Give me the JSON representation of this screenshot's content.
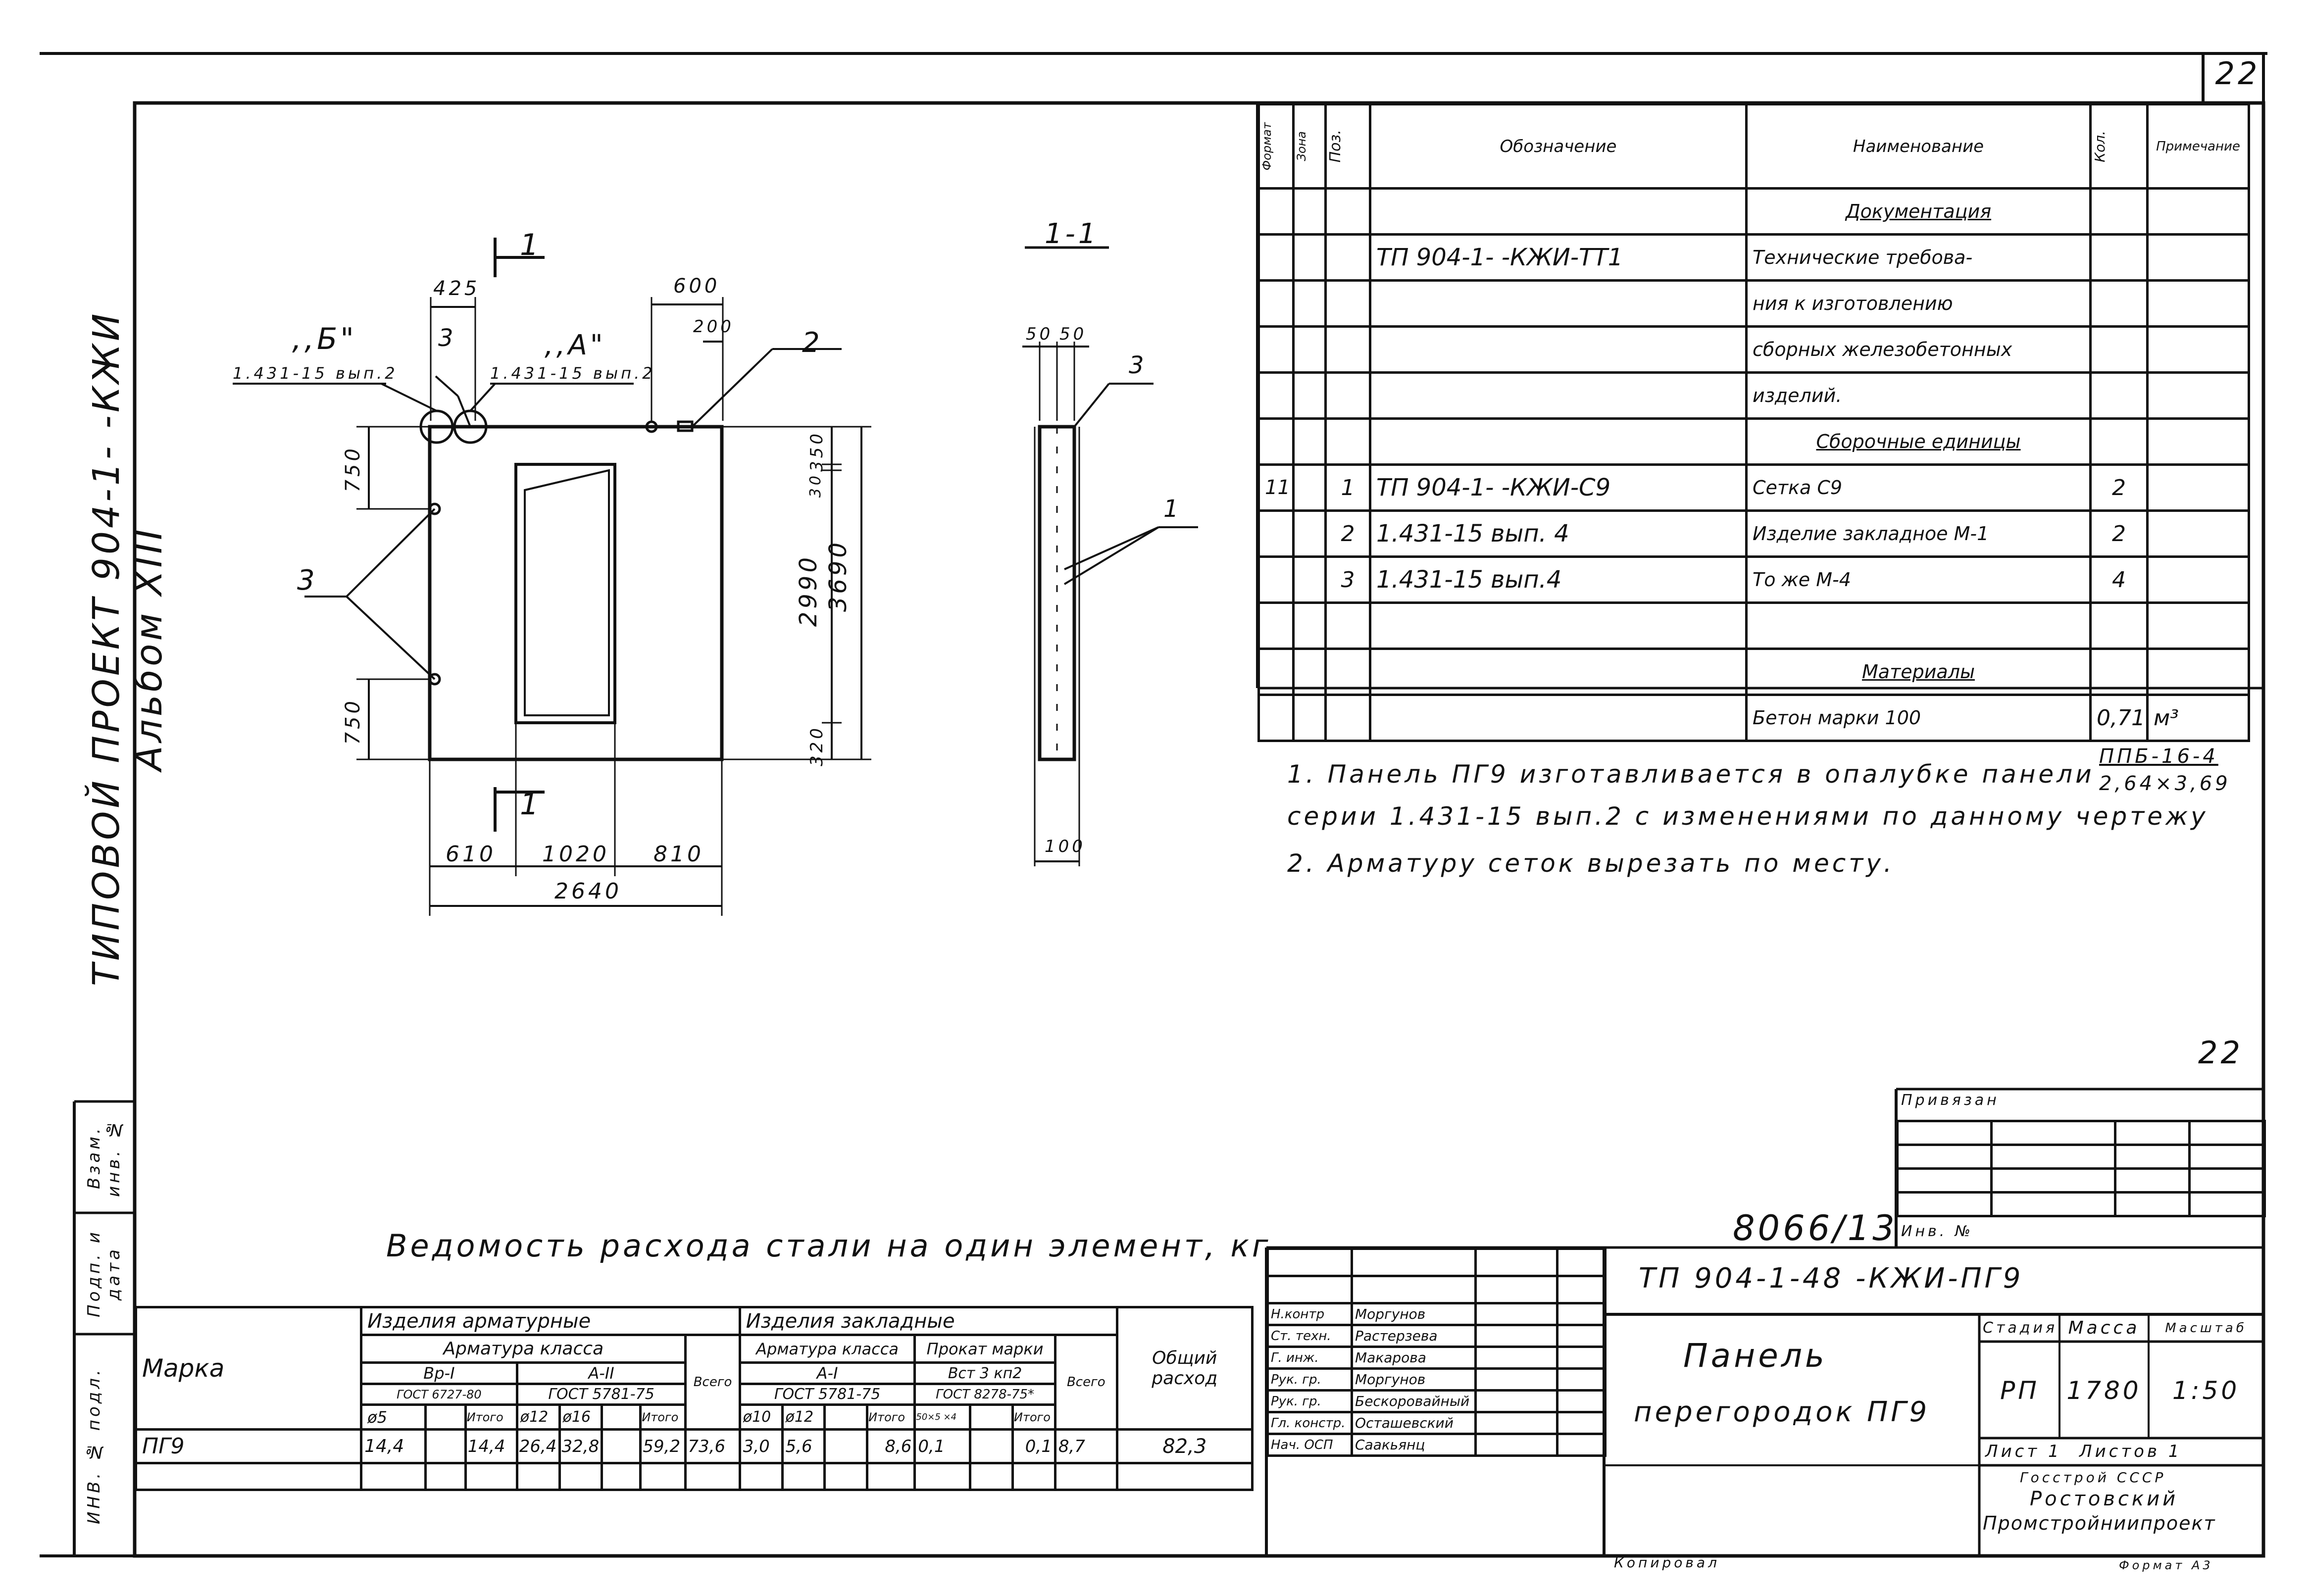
{
  "sheet": {
    "number_top": "22",
    "number_mid": "22",
    "ref_number": "8066/13"
  },
  "side_title": "ТИПОВОЙ ПРОЕКТ 904-1- -КЖИ Альбом XIII",
  "side_stamp": [
    "ИНВ. № подл.",
    "Подп. и дата",
    "Взам. инв. №"
  ],
  "drawing": {
    "section_label": "1-1",
    "cut_label": "1",
    "callouts": {
      "b": ",,Б\"",
      "b_ref": "1.431-15 вып.2",
      "a": ",,А\"",
      "a_ref": "1.431-15 вып.2",
      "pos3": "3",
      "pos2": "2",
      "pos1": "1"
    },
    "dims": {
      "d425": "425",
      "d600": "600",
      "d200": "200",
      "d350": "350",
      "d30": "30",
      "d2990": "2990",
      "d3690": "3690",
      "d320": "320",
      "d750a": "750",
      "d750b": "750",
      "d610": "610",
      "d1020": "1020",
      "d810": "810",
      "d2640": "2640",
      "d50a": "50",
      "d50b": "50",
      "d100": "100"
    }
  },
  "spec": {
    "headers": {
      "format": "Формат",
      "zone": "Зона",
      "pos": "Поз.",
      "designation": "Обозначение",
      "name": "Наименование",
      "qty": "Кол.",
      "note": "Примечание"
    },
    "rows": [
      {
        "format": "",
        "pos": "",
        "designation": "",
        "name": "Документация",
        "qty": "",
        "note": ""
      },
      {
        "format": "",
        "pos": "",
        "designation": "ТП 904-1- -КЖИ-ТТ1",
        "name": "Технические требова-",
        "qty": "",
        "note": ""
      },
      {
        "format": "",
        "pos": "",
        "designation": "",
        "name": "ния к изготовлению",
        "qty": "",
        "note": ""
      },
      {
        "format": "",
        "pos": "",
        "designation": "",
        "name": "сборных железобетонных",
        "qty": "",
        "note": ""
      },
      {
        "format": "",
        "pos": "",
        "designation": "",
        "name": "изделий.",
        "qty": "",
        "note": ""
      },
      {
        "format": "",
        "pos": "",
        "designation": "",
        "name": "Сборочные единицы",
        "qty": "",
        "note": ""
      },
      {
        "format": "11",
        "pos": "1",
        "designation": "ТП 904-1- -КЖИ-С9",
        "name": "Сетка С9",
        "qty": "2",
        "note": ""
      },
      {
        "format": "",
        "pos": "2",
        "designation": "1.431-15 вып. 4",
        "name": "Изделие закладное М-1",
        "qty": "2",
        "note": ""
      },
      {
        "format": "",
        "pos": "3",
        "designation": "1.431-15 вып.4",
        "name": "То же М-4",
        "qty": "4",
        "note": ""
      },
      {
        "format": "",
        "pos": "",
        "designation": "",
        "name": "",
        "qty": "",
        "note": ""
      },
      {
        "format": "",
        "pos": "",
        "designation": "",
        "name": "Материалы",
        "qty": "",
        "note": ""
      },
      {
        "format": "",
        "pos": "",
        "designation": "",
        "name": "Бетон марки 100",
        "qty": "0,71",
        "note": "м³"
      }
    ]
  },
  "notes": {
    "n1_a": "1. Панель ПГ9 изготавливается в опалубке панели",
    "n1_frac_top": "ППБ-16-4",
    "n1_frac_bottom": "2,64×3,69",
    "n1_b": "серии 1.431-15 вып.2 с изменениями по данному чертежу",
    "n2": "2. Арматуру сеток вырезать по месту."
  },
  "steel": {
    "title": "Ведомость расхода стали на один элемент, кг",
    "h_marka": "Марка",
    "h_arm_items": "Изделия арматурные",
    "h_emb_items": "Изделия закладные",
    "h_total_cons": "Общий расход",
    "h_arm_class": "Арматура класса",
    "h_bp1": "Вр-I",
    "h_a2": "А-II",
    "h_gost_bp": "ГОСТ 6727-80",
    "h_gost_a2": "ГОСТ 5781-75",
    "h_all1": "Всего",
    "h_arm_class2": "Арматура класса",
    "h_a1": "А-I",
    "h_gost_a1": "ГОСТ 5781-75",
    "h_rolled": "Прокат марки",
    "h_st3": "Вст 3 кп2",
    "h_gost_st": "ГОСТ 8278-75*",
    "h_all2": "Всего",
    "h_d5": "ø5",
    "h_itogo1": "Итого",
    "h_d12": "ø12",
    "h_d16": "ø16",
    "h_itogo2": "Итого",
    "h_d10": "ø10",
    "h_d12b": "ø12",
    "h_itogo3": "Итого",
    "h_prof": "50×5 ×4",
    "h_itogo4": "Итого",
    "row": {
      "marka": "ПГ9",
      "d5": "14,4",
      "itogo1": "14,4",
      "d12": "26,4",
      "d16": "32,8",
      "itogo2": "59,2",
      "all1": "73,6",
      "d10": "3,0",
      "d12b": "5,6",
      "itogo3": "8,6",
      "prof": "0,1",
      "itogo4": "0,1",
      "all2": "8,7",
      "total": "82,3"
    }
  },
  "stamp": {
    "bound_label": "Привязан",
    "inv_label": "Инв. №",
    "code": "ТП 904-1-48 -КЖИ-ПГ9",
    "title_line1": "Панель",
    "title_line2": "перегородок ПГ9",
    "stage_h": "Стадия",
    "mass_h": "Масса",
    "scale_h": "Масштаб",
    "stage": "РП",
    "mass": "1780",
    "scale": "1:50",
    "sheet": "Лист 1",
    "sheets": "Листов 1",
    "org1": "Госстрой СССР",
    "org2": "Ростовский",
    "org3": "Промстройниипроект",
    "people": [
      {
        "role": "Н.контр",
        "name": "Моргунов"
      },
      {
        "role": "Ст. техн.",
        "name": "Растерзева"
      },
      {
        "role": "Г. инж.",
        "name": "Макарова"
      },
      {
        "role": "Рук. гр.",
        "name": "Моргунов"
      },
      {
        "role": "Рук. гр.",
        "name": "Бескоровайный"
      },
      {
        "role": "Гл. констр.",
        "name": "Осташевский"
      },
      {
        "role": "Нач. ОСП",
        "name": "Саакьянц"
      }
    ],
    "copied": "Копировал",
    "format": "Формат А3"
  }
}
